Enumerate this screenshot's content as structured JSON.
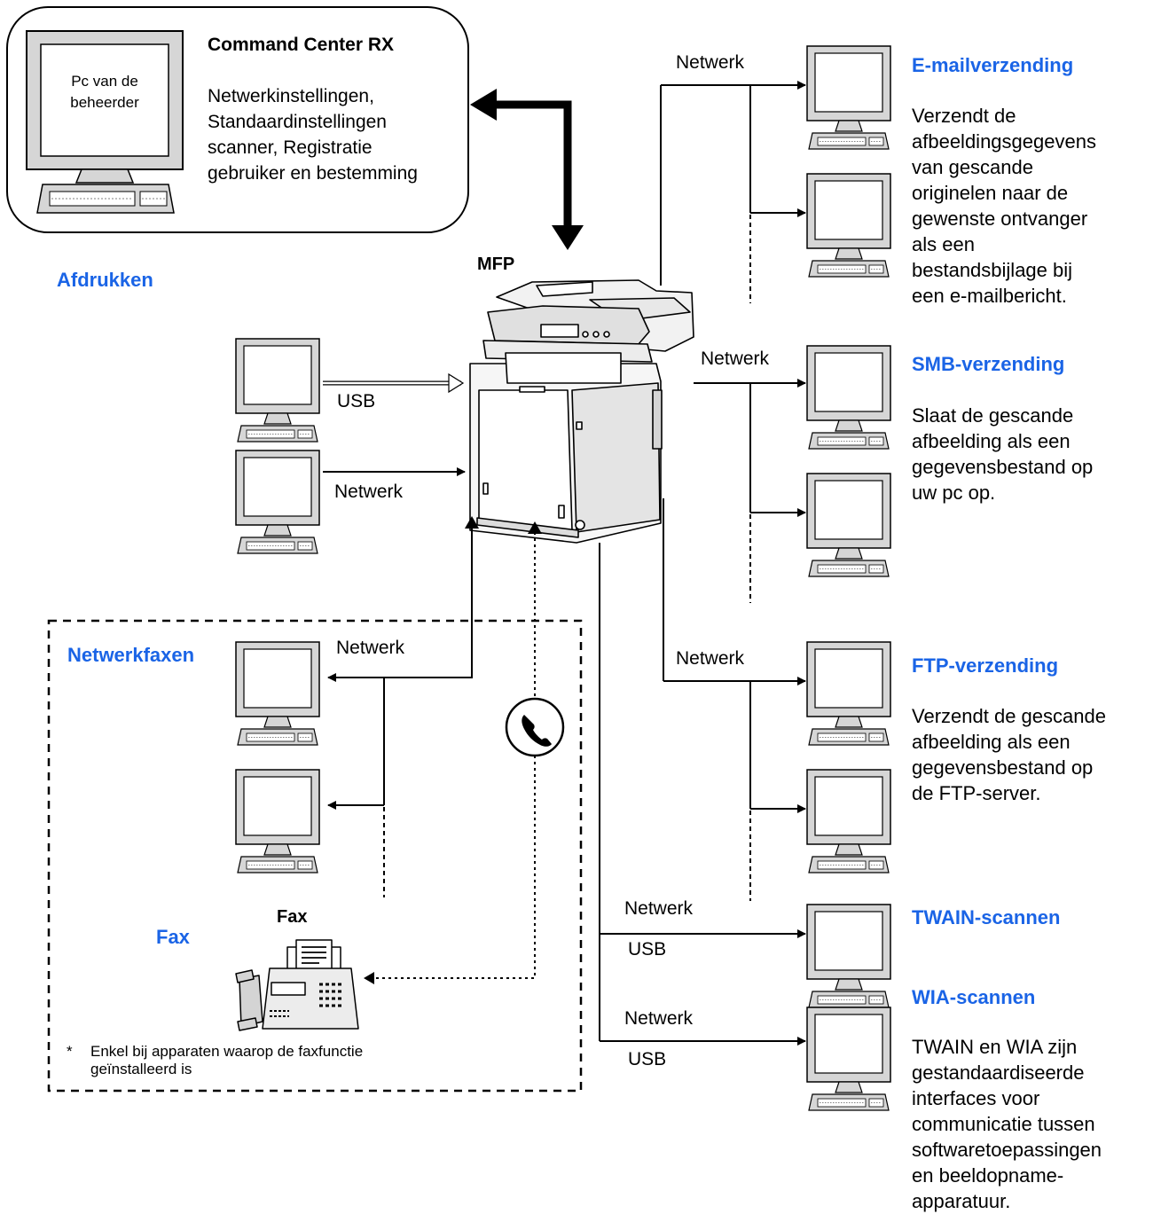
{
  "admin": {
    "pc_label": "Pc van de\nbeheerder",
    "title": "Command Center RX",
    "description": "Netwerkinstellingen,\nStandaardinstellingen\nscanner, Registratie\ngebruiker en bestemming"
  },
  "mfp_label": "MFP",
  "print": {
    "heading": "Afdrukken",
    "usb_label": "USB",
    "network_label": "Netwerk"
  },
  "netfax": {
    "heading": "Netwerkfaxen",
    "network_label": "Netwerk"
  },
  "fax": {
    "heading": "Fax",
    "device_label": "Fax",
    "footnote_mark": "*",
    "footnote": "Enkel bij apparaten waarop de faxfunctie\ngeïnstalleerd is"
  },
  "email": {
    "network_label": "Netwerk",
    "heading": "E-mailverzending",
    "description": "Verzendt de\nafbeeldingsgegevens\nvan gescande\noriginelen naar de\ngewenste ontvanger\nals een\nbestandsbijlage bij\neen e-mailbericht."
  },
  "smb": {
    "network_label": "Netwerk",
    "heading": "SMB-verzending",
    "description": "Slaat de gescande\nafbeelding als een\ngegevensbestand op\nuw pc op."
  },
  "ftp": {
    "network_label": "Netwerk",
    "heading": "FTP-verzending",
    "description": "Verzendt de gescande\nafbeelding als een\ngegevensbestand op\nde FTP-server."
  },
  "twain": {
    "network_label": "Netwerk",
    "usb_label": "USB",
    "heading": "TWAIN-scannen"
  },
  "wia": {
    "network_label": "Netwerk",
    "usb_label": "USB",
    "heading": "WIA-scannen",
    "description": "TWAIN en WIA zijn\ngestandaardiseerde\ninterfaces voor\ncommunicatie tussen\nsoftwaretoepassingen\nen beeldopname-\napparatuur."
  },
  "colors": {
    "accent": "#1a64e6"
  },
  "icons": [
    "computer-icon",
    "mfp-printer-icon",
    "fax-machine-icon",
    "phone-icon"
  ]
}
